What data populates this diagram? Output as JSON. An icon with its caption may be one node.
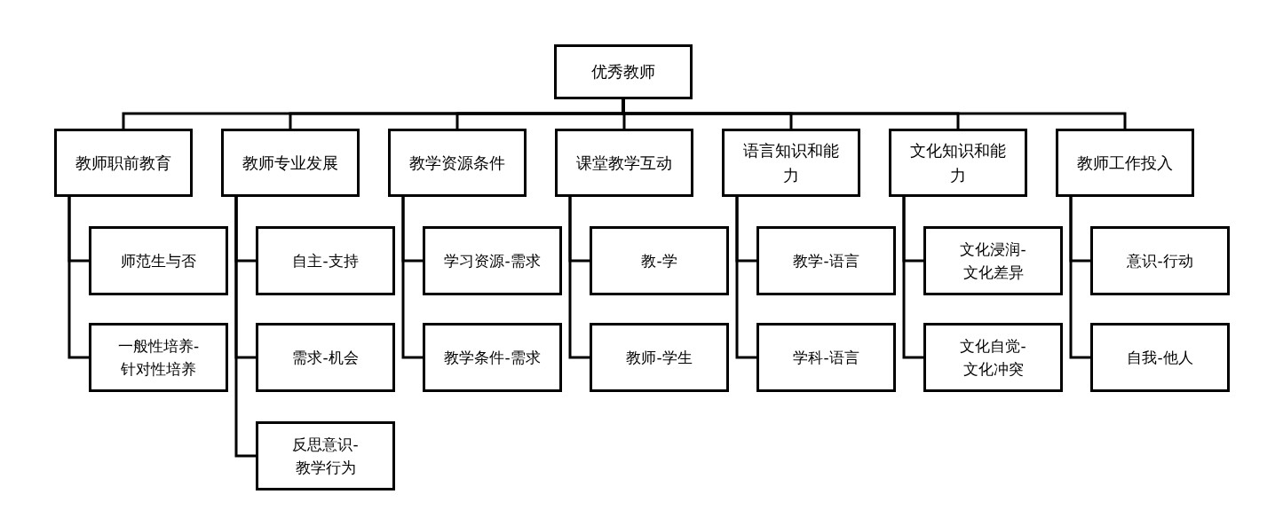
{
  "diagram": {
    "nodes": [
      {
        "text": [
          "优秀教师"
        ]
      },
      {
        "text": [
          "教师职前教育"
        ]
      },
      {
        "text": [
          "教师专业发展"
        ]
      },
      {
        "text": [
          "教学资源条件"
        ]
      },
      {
        "text": [
          "课堂教学互动"
        ]
      },
      {
        "text": [
          "语言知识和能力"
        ]
      },
      {
        "text": [
          "文化知识和能力"
        ]
      },
      {
        "text": [
          "教师工作投入"
        ]
      },
      {
        "text": [
          "师范生与否"
        ]
      },
      {
        "text": [
          "一般性培养-针对性培养"
        ]
      },
      {
        "text": [
          "自主-支持"
        ]
      },
      {
        "text": [
          "需求-机会"
        ]
      },
      {
        "text": [
          "反思意识-教学行为"
        ]
      },
      {
        "text": [
          "学习资源-需求"
        ]
      },
      {
        "text": [
          "教学条件-需求"
        ]
      },
      {
        "text": [
          "教-学"
        ]
      },
      {
        "text": [
          "教师-学生"
        ]
      },
      {
        "text": [
          "教学-语言"
        ]
      },
      {
        "text": [
          "学科-语言"
        ]
      },
      {
        "text": [
          "文化浸润-文化差异"
        ]
      },
      {
        "text": [
          "文化自觉-文化冲突"
        ]
      },
      {
        "text": [
          "意识-行动"
        ]
      },
      {
        "text": [
          "自我-他人"
        ]
      }
    ],
    "edges": [
      {
        "from": 0,
        "to": 1,
        "arrow": "none"
      },
      {
        "from": 0,
        "to": 2,
        "arrow": "none"
      },
      {
        "from": 0,
        "to": 3,
        "arrow": "none"
      },
      {
        "from": 0,
        "to": 4,
        "arrow": "none"
      },
      {
        "from": 0,
        "to": 5,
        "arrow": "none"
      },
      {
        "from": 0,
        "to": 6,
        "arrow": "none"
      },
      {
        "from": 0,
        "to": 7,
        "arrow": "none"
      },
      {
        "from": 1,
        "to": 8,
        "arrow": "none"
      },
      {
        "from": 1,
        "to": 9,
        "arrow": "none"
      },
      {
        "from": 2,
        "to": 10,
        "arrow": "none"
      },
      {
        "from": 2,
        "to": 11,
        "arrow": "none"
      },
      {
        "from": 2,
        "to": 12,
        "arrow": "none"
      },
      {
        "from": 3,
        "to": 13,
        "arrow": "none"
      },
      {
        "from": 3,
        "to": 14,
        "arrow": "none"
      },
      {
        "from": 4,
        "to": 15,
        "arrow": "none"
      },
      {
        "from": 4,
        "to": 16,
        "arrow": "none"
      },
      {
        "from": 5,
        "to": 17,
        "arrow": "none"
      },
      {
        "from": 5,
        "to": 18,
        "arrow": "none"
      },
      {
        "from": 6,
        "to": 19,
        "arrow": "none"
      },
      {
        "from": 6,
        "to": 20,
        "arrow": "none"
      },
      {
        "from": 7,
        "to": 21,
        "arrow": "none"
      },
      {
        "from": 7,
        "to": 22,
        "arrow": "none"
      }
    ]
  }
}
